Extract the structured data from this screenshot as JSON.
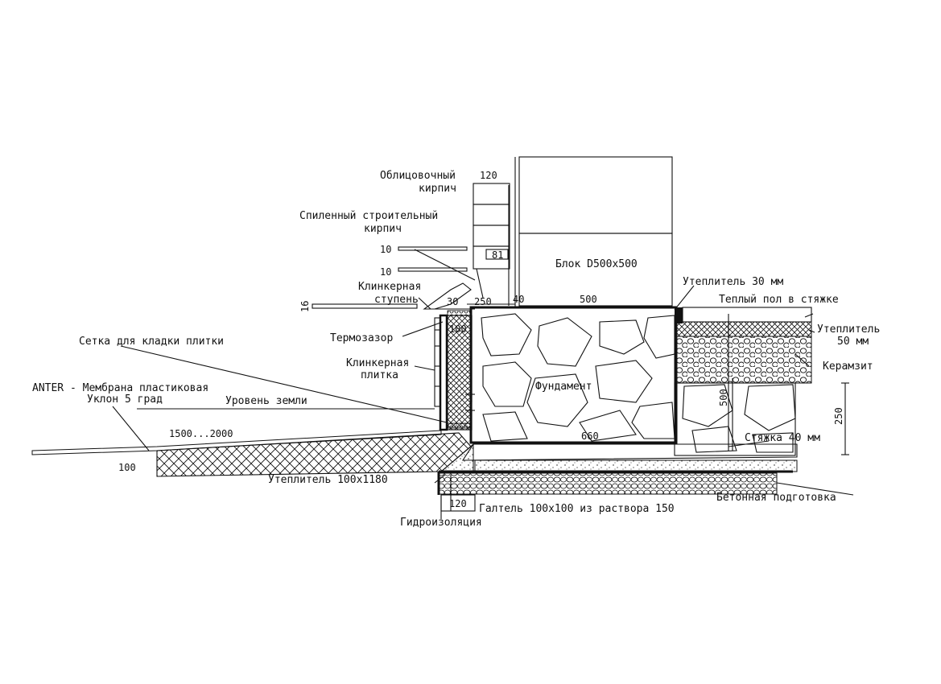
{
  "labels": {
    "facing_brick_1": "Облицовочный",
    "facing_brick_2": "кирпич",
    "sawn_brick_1": "Спиленный строительный",
    "sawn_brick_2": "кирпич",
    "clinker_step_1": "Клинкерная",
    "clinker_step_2": "ступень",
    "thermal_gap": "Термозазор",
    "tile_mesh": "Сетка для кладки  плитки",
    "clinker_tile_1": "Клинкерная",
    "clinker_tile_2": "плитка",
    "membrane": "ANTER - Мембрана пластиковая",
    "slope": "Уклон 5 град",
    "ground_level": "Уровень земли",
    "insulation_bottom": "Утеплитель 100x1180",
    "waterproofing": "Гидроизоляция",
    "fillet": "Галтель 100x100 из раствора 150",
    "concrete_prep": "Бетонная подготовка",
    "screed": "Стяжка 40 мм",
    "expanded_clay": "Керамзит",
    "insulation_50_1": "Утеплитель",
    "insulation_50_2": "50 мм",
    "heated_floor": "Теплый пол в стяжке",
    "insulation_30": "Утеплитель 30 мм",
    "block": "Блок D500x500",
    "foundation": "Фундамент"
  },
  "dimensions": {
    "d120_top": "120",
    "d10_a": "10",
    "d10_b": "10",
    "d81": "81",
    "d16": "16",
    "d30": "30",
    "d250": "250",
    "d40": "40",
    "d500": "500",
    "d100_gap": "100",
    "d1500": "1500...2000",
    "d100_left": "100",
    "d660": "660",
    "d500_vert": "500",
    "d250_right": "250",
    "d120_bottom": "120"
  }
}
